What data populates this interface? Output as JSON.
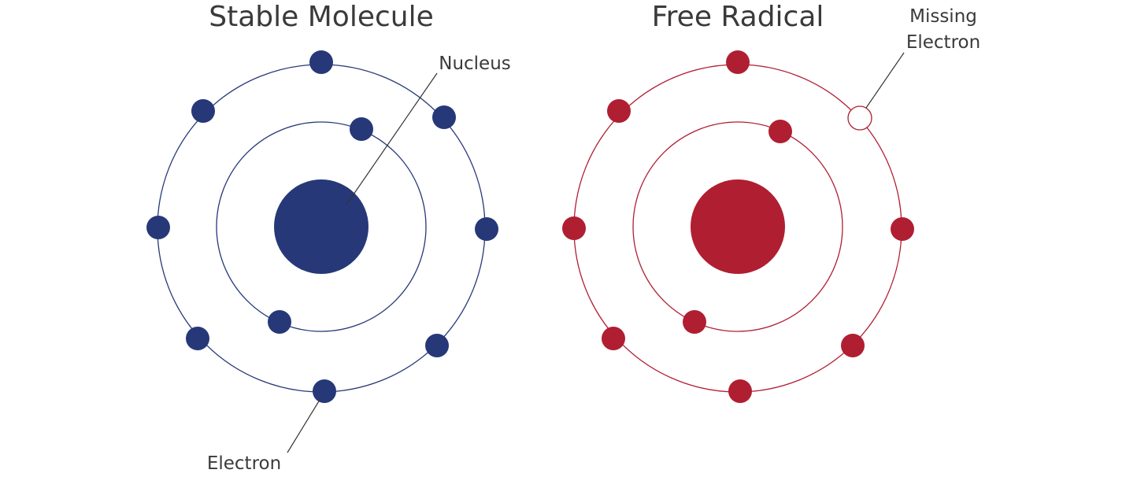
{
  "colors": {
    "stable": "#263878",
    "radical": "#b01e32",
    "text": "#3a3a3a",
    "background": "#ffffff"
  },
  "stable": {
    "title": "Stable Molecule",
    "labels": {
      "nucleus": "Nucleus",
      "electron": "Electron"
    },
    "inner_shell_electrons": 2,
    "outer_shell_electrons": 8
  },
  "radical": {
    "title": "Free Radical",
    "labels": {
      "missing_line1": "Missing",
      "missing_line2": "Electron"
    },
    "inner_shell_electrons": 2,
    "outer_shell_electrons": 7,
    "missing_electrons": 1
  }
}
